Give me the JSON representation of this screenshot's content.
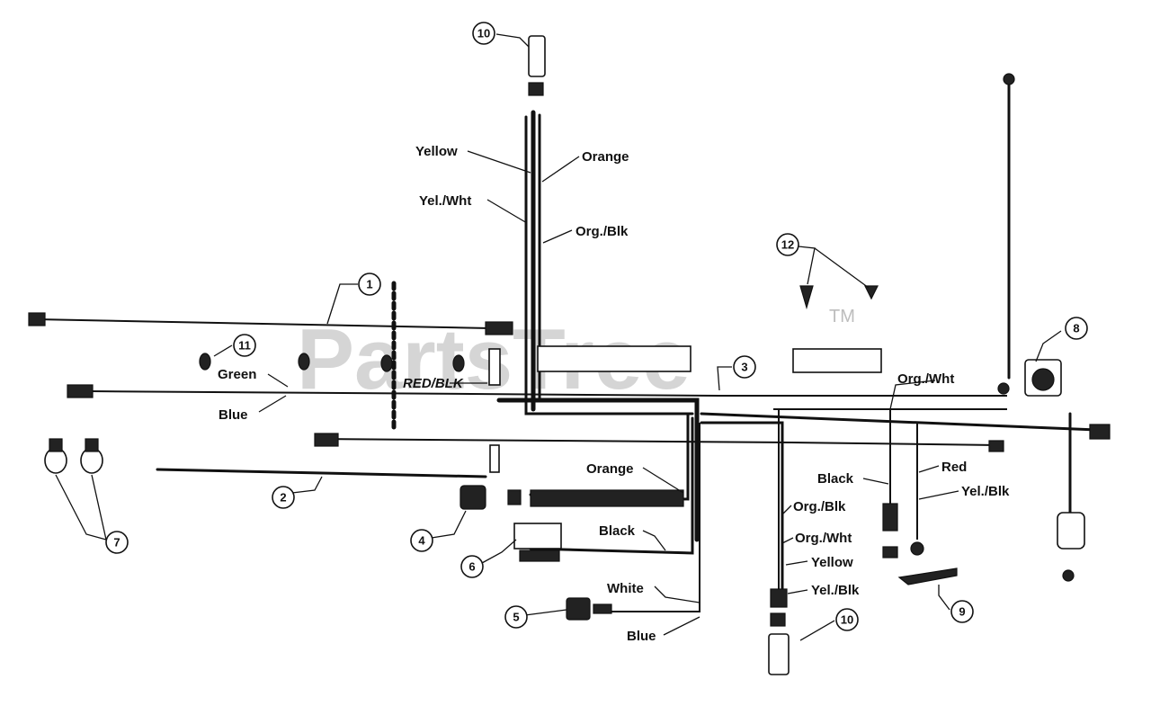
{
  "watermark": {
    "brand": "PartsTree",
    "trademark": "TM"
  },
  "wire_labels": {
    "yellow_top": "Yellow",
    "orange_top": "Orange",
    "yel_wht_top": "Yel./Wht",
    "org_blk_top": "Org./Blk",
    "green": "Green",
    "blue_left": "Blue",
    "red_blk": "RED/BLK",
    "org_wht_right": "Org./Wht",
    "orange_mid": "Orange",
    "black_mid": "Black",
    "white": "White",
    "blue_bottom": "Blue",
    "black_right": "Black",
    "red": "Red",
    "yel_blk_right": "Yel./Blk",
    "org_blk_lower": "Org./Blk",
    "org_wht_lower": "Org./Wht",
    "yellow_lower": "Yellow",
    "yel_blk_lower": "Yel./Blk"
  },
  "callouts": {
    "c1": "1",
    "c2": "2",
    "c3": "3",
    "c4": "4",
    "c5": "5",
    "c6": "6",
    "c7": "7",
    "c8": "8",
    "c9": "9",
    "c10_top": "10",
    "c10_bottom": "10",
    "c11": "11",
    "c12": "12"
  }
}
